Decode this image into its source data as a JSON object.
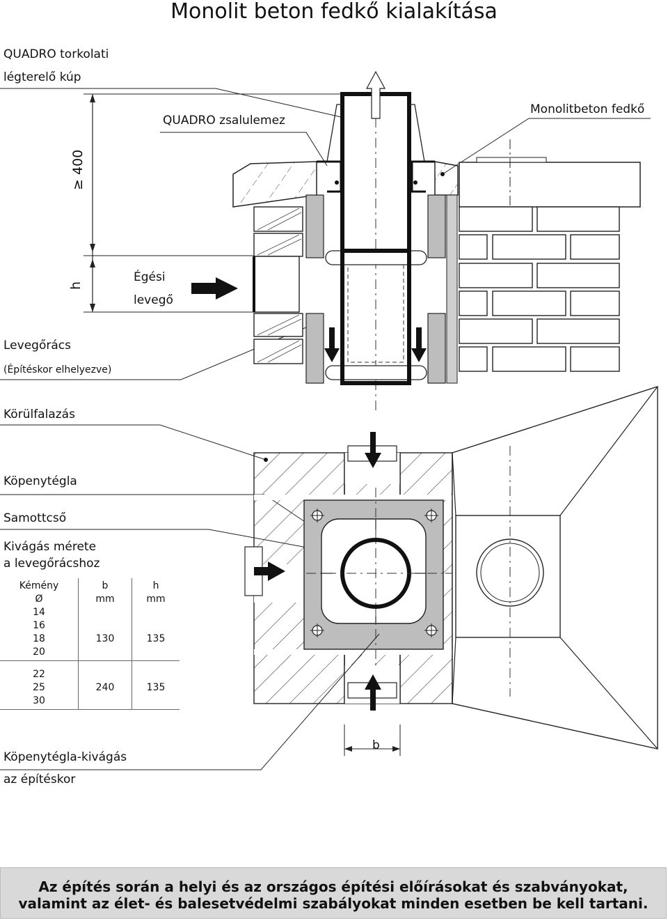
{
  "title": "Monolit beton fedkő kialakítása",
  "labels": {
    "quadro_cone": [
      "QUADRO torkolati",
      "légterelő kúp"
    ],
    "quadro_plate": "QUADRO zsalulemez",
    "monolith_cap": "Monolitbeton fedkő",
    "dim_400": "≥ 400",
    "dim_h": "h",
    "combustion_air": [
      "Égési",
      "levegő"
    ],
    "air_grille": "Levegőrács",
    "air_grille_note": "(Építéskor elhelyezve)",
    "surround_wall": "Körülfalazás",
    "jacket_brick": "Köpenytégla",
    "samott_pipe": "Samottcső",
    "cutout_size": [
      "Kivágás mérete",
      "a levegőrácshoz"
    ],
    "jacket_cutout": [
      "Köpenytégla-kivágás",
      "az építéskor"
    ],
    "dim_b": "b"
  },
  "table": {
    "headers": [
      [
        "Kémény",
        "Ø"
      ],
      [
        "b",
        "mm"
      ],
      [
        "h",
        "mm"
      ]
    ],
    "rows": [
      {
        "diameters": [
          "14",
          "16",
          "18",
          "20"
        ],
        "b": "130",
        "h": "135"
      },
      {
        "diameters": [
          "22",
          "25",
          "30"
        ],
        "b": "240",
        "h": "135"
      }
    ]
  },
  "footer": [
    "Az építés során a helyi és az országos építési előírásokat és szabványokat,",
    "valamint az élet- és balesetvédelmi szabályokat minden esetben be kell tartani."
  ]
}
